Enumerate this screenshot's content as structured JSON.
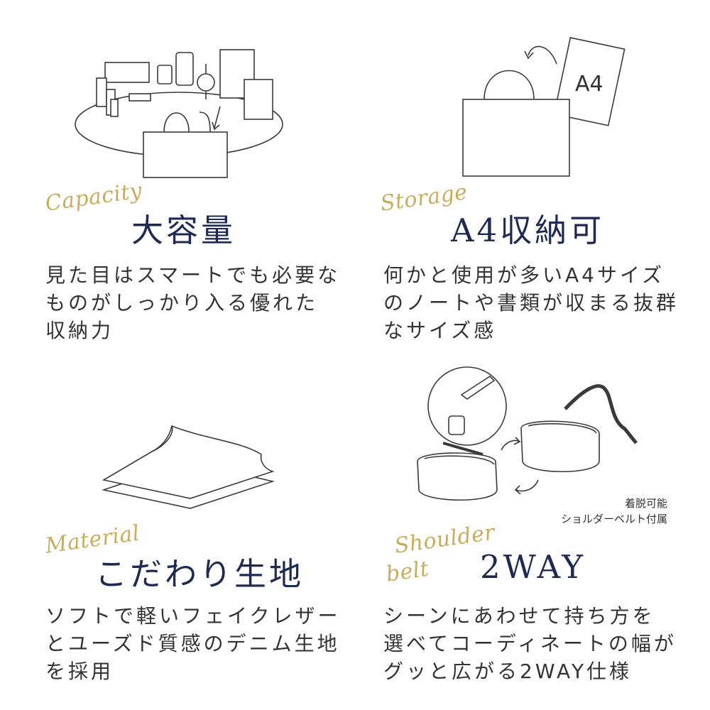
{
  "colors": {
    "gold": "#c9ad5c",
    "navy": "#1f2a52",
    "text": "#333333",
    "line": "#3a3a3a"
  },
  "features": [
    {
      "id": "capacity",
      "script": "Capacity",
      "heading": "大容量",
      "lines": [
        "見た目はスマートでも必要な",
        "ものがしっかり入る優れた",
        "収納力"
      ],
      "icon": "bag-with-items-icon"
    },
    {
      "id": "storage",
      "script": "Storage",
      "heading": "A4収納可",
      "paper_label": "A4",
      "lines": [
        "何かと使用が多いA4サイズ",
        "のノートや書類が収まる抜群",
        "なサイズ感"
      ],
      "icon": "bag-a4-icon"
    },
    {
      "id": "material",
      "script": "Material",
      "heading": "こだわり生地",
      "lines": [
        "ソフトで軽いフェイクレザー",
        "とユーズド質感のデニム生地",
        "を採用"
      ],
      "icon": "fabric-sheet-icon"
    },
    {
      "id": "shoulder",
      "script_line1": "Shoulder",
      "script_line2": "belt",
      "heading": "2WAY",
      "note_lines": [
        "着脱可能",
        "ショルダーベルト付属"
      ],
      "lines": [
        "シーンにあわせて持ち方を",
        "選べてコーディネートの幅が",
        "グッと広がる2WAY仕様"
      ],
      "icon": "shoulder-bag-icon"
    }
  ]
}
